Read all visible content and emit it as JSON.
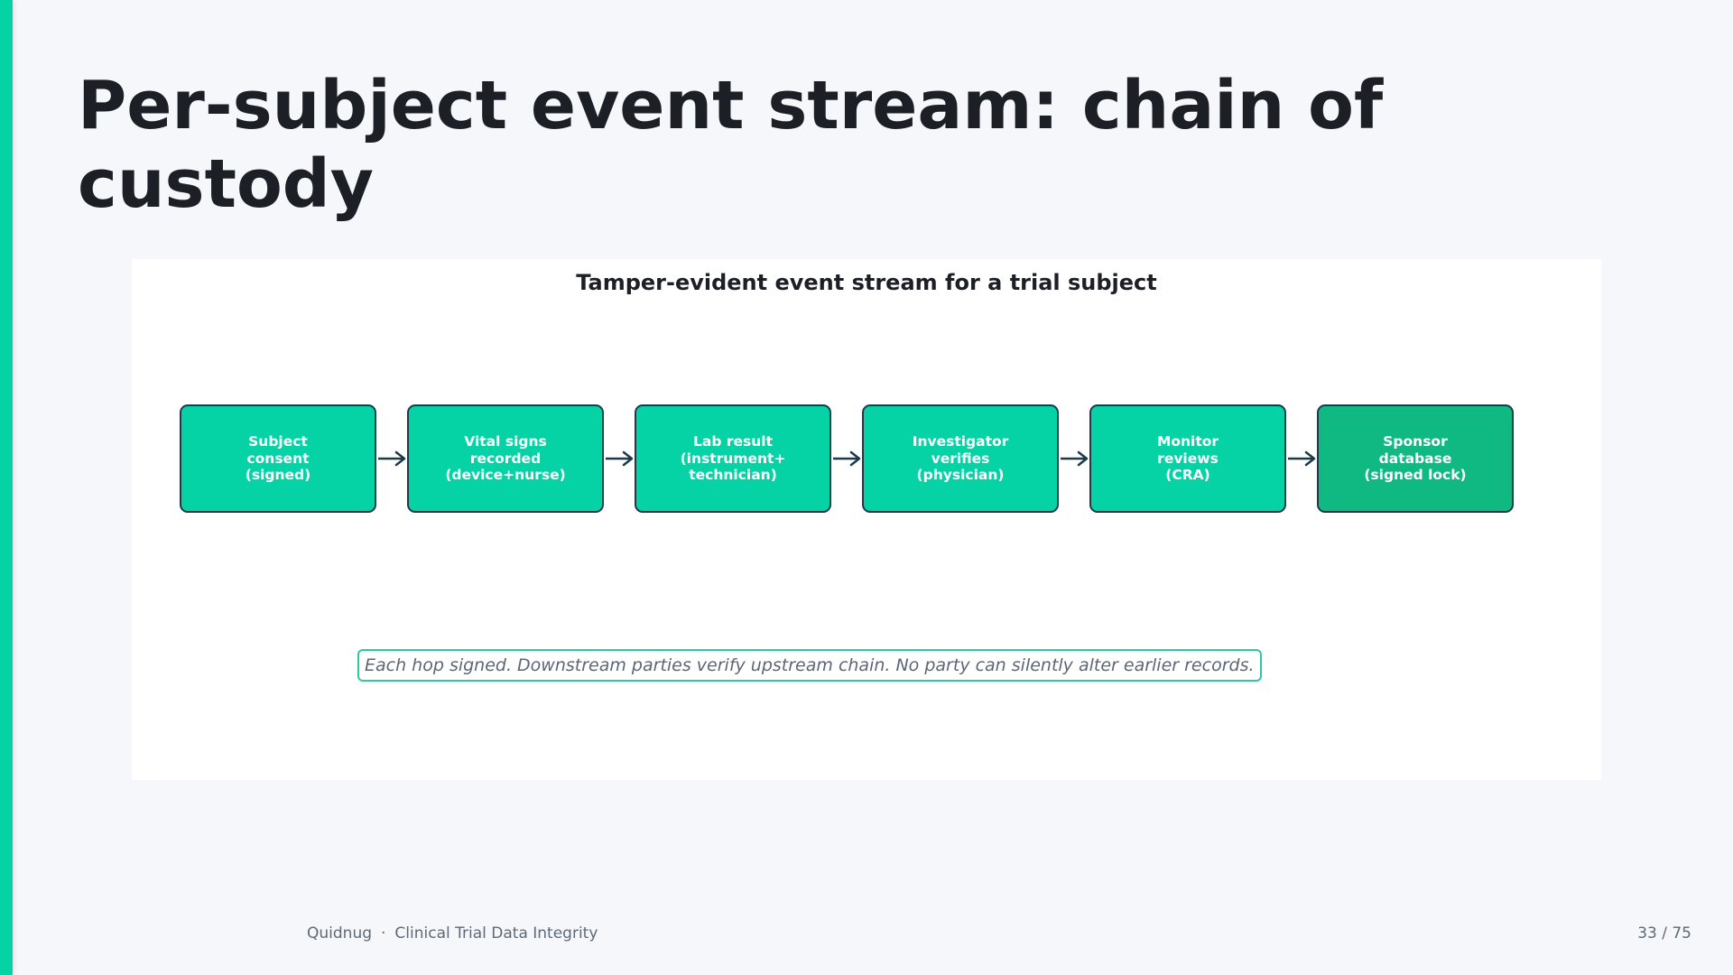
{
  "slide": {
    "title": "Per-subject event stream: chain of custody"
  },
  "diagram": {
    "title": "Tamper-evident event stream for a trial subject",
    "nodes": [
      {
        "label": "Subject\nconsent\n(signed)",
        "color": "#05d3a6"
      },
      {
        "label": "Vital signs\nrecorded\n(device+nurse)",
        "color": "#05d3a6"
      },
      {
        "label": "Lab result\n(instrument+\ntechnician)",
        "color": "#05d3a6"
      },
      {
        "label": "Investigator\nverifies\n(physician)",
        "color": "#05d3a6"
      },
      {
        "label": "Monitor\nreviews\n(CRA)",
        "color": "#05d3a6"
      },
      {
        "label": "Sponsor\ndatabase\n(signed lock)",
        "color": "#10b981"
      }
    ],
    "caption": "Each hop signed. Downstream parties verify upstream chain. No party can silently alter earlier records."
  },
  "footer": {
    "brand": "Quidnug",
    "separator": "·",
    "deck_title": "Clinical Trial Data Integrity",
    "page": "33 / 75"
  },
  "colors": {
    "accent": "#05d3a6",
    "final_node": "#10b981",
    "node_border": "#1b3a4b",
    "arrow": "#1b3a4b",
    "caption_border": "#2fc7a8"
  }
}
